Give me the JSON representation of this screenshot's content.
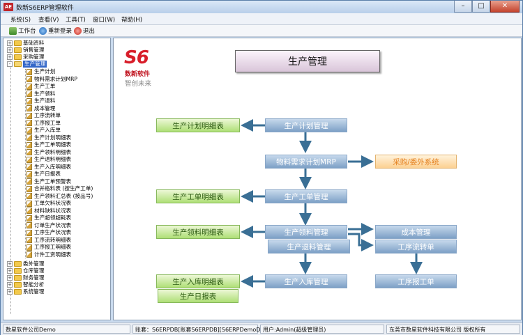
{
  "window": {
    "title": "数新S6ERP管理软件",
    "app_icon_text": "AE",
    "minimize": "–",
    "maximize": "□",
    "close": "✕"
  },
  "menubar": {
    "items": [
      "系统(S)",
      "查看(V)",
      "工具(T)",
      "窗口(W)",
      "帮助(H)"
    ]
  },
  "toolbar": {
    "workbench": "工作台",
    "relogin": "重新登录",
    "exit": "退出"
  },
  "tree": {
    "top_items": [
      {
        "label": "基础资料",
        "expander": "+"
      },
      {
        "label": "销售管理",
        "expander": "+"
      },
      {
        "label": "采购管理",
        "expander": "+"
      },
      {
        "label": "生产管理",
        "expander": "-"
      }
    ],
    "production_children": [
      "生产计划",
      "物料需求计划MRP",
      "生产工单",
      "生产领料",
      "生产退料",
      "成本管理",
      "工序流转单",
      "工序报工单",
      "生产入库单",
      "生产计划明细表",
      "生产工单明细表",
      "生产领料明细表",
      "生产退料明细表",
      "生产入库明细表",
      "生产日报表",
      "生产工单预警表",
      "合并格料表 (按生产工单)",
      "生产领料汇总表 (按品号)",
      "工单欠料状况表",
      "材料缺料状况表",
      "生产超领超耗表",
      "订单生产状况表",
      "工序生产状况表",
      "工序流转明细表",
      "工序报工明细表",
      "计件工资明细表"
    ],
    "bottom_items": [
      {
        "label": "委外管理",
        "expander": "+"
      },
      {
        "label": "仓库管理",
        "expander": "+"
      },
      {
        "label": "财务管理",
        "expander": "+"
      },
      {
        "label": "智能分析",
        "expander": "+"
      },
      {
        "label": "系统管理",
        "expander": "+"
      }
    ]
  },
  "main": {
    "logo": {
      "s6": "S6",
      "brand": "数新软件",
      "slogan": "智创未来"
    },
    "title": "生产管理",
    "nodes": {
      "plan": "生产计划管理",
      "plan_detail": "生产计划明细表",
      "mrp": "物料需求计划MRP",
      "purchase": "采购/委外系统",
      "work_order": "生产工单管理",
      "work_order_detail": "生产工单明细表",
      "picking": "生产领料管理",
      "picking_detail": "生产领料明细表",
      "return": "生产退料管理",
      "cost": "成本管理",
      "process_flow": "工序流转单",
      "stock_in": "生产入库管理",
      "stock_in_detail": "生产入库明细表",
      "daily_report": "生产日报表",
      "process_report": "工序报工单"
    }
  },
  "statusbar": {
    "company": "数星软件公司Demo",
    "account": "账套：S6ERPDB[账套S6ERPDB][S6ERPDemoDB]",
    "user": "用户:Admin(超级管理员)",
    "copyright": "东莞市数星软件科技有限公司 版权所有"
  },
  "colors": {
    "blue_node": "#7da0c6",
    "green_node": "#aedf76",
    "orange_node": "#fcd092",
    "arrow": "#3a6f95",
    "selected": "#3367c8",
    "logo_red": "#d81e2a"
  }
}
